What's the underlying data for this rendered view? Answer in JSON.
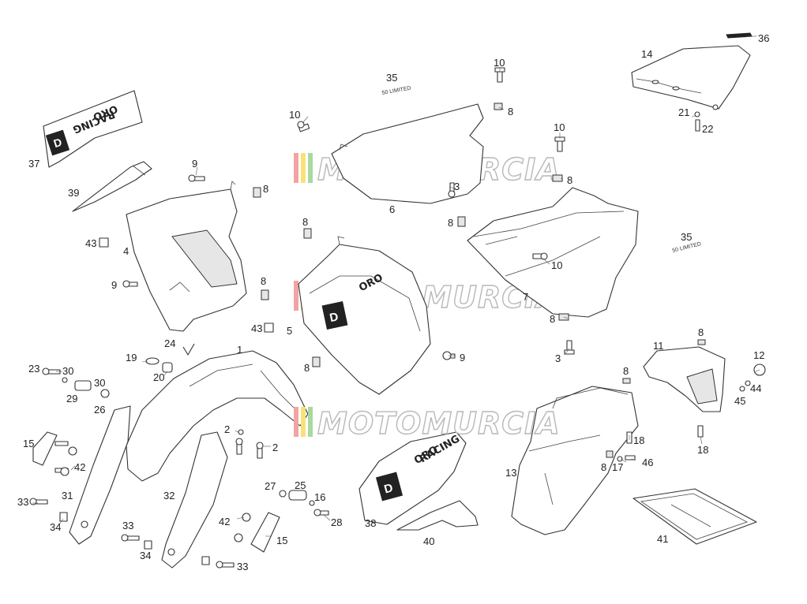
{
  "watermark": {
    "text": "MOTOMURCIA",
    "colors": [
      "#f2a3a3",
      "#f7e27a",
      "#a9d8a0"
    ]
  },
  "decals": {
    "brand": "ORO",
    "sub": "RACING",
    "letter": "D",
    "limited": "50 LIMITED"
  },
  "callouts": {
    "c1": "1",
    "c2a": "2",
    "c2b": "2",
    "c3a": "3",
    "c3b": "3",
    "c4": "4",
    "c5": "5",
    "c6": "6",
    "c7": "7",
    "c8a": "8",
    "c8b": "8",
    "c8c": "8",
    "c8d": "8",
    "c8e": "8",
    "c8f": "8",
    "c8g": "8",
    "c8h": "8",
    "c8i": "8",
    "c8j": "8",
    "c8k": "8",
    "c9a": "9",
    "c9b": "9",
    "c9c": "9",
    "c10a": "10",
    "c10b": "10",
    "c10c": "10",
    "c10d": "10",
    "c11": "11",
    "c12": "12",
    "c13": "13",
    "c14": "14",
    "c15a": "15",
    "c15b": "15",
    "c16": "16",
    "c17": "17",
    "c18a": "18",
    "c18b": "18",
    "c19": "19",
    "c20": "20",
    "c21": "21",
    "c22": "22",
    "c23": "23",
    "c24": "24",
    "c25": "25",
    "c26": "26",
    "c27": "27",
    "c28": "28",
    "c29": "29",
    "c30a": "30",
    "c30b": "30",
    "c31": "31",
    "c32": "32",
    "c33a": "33",
    "c33b": "33",
    "c33c": "33",
    "c34a": "34",
    "c34b": "34",
    "c35a": "35",
    "c35b": "35",
    "c36": "36",
    "c37": "37",
    "c38": "38",
    "c39": "39",
    "c40": "40",
    "c41": "41",
    "c42a": "42",
    "c42b": "42",
    "c43a": "43",
    "c43b": "43",
    "c44": "44",
    "c45": "45",
    "c46": "46"
  }
}
